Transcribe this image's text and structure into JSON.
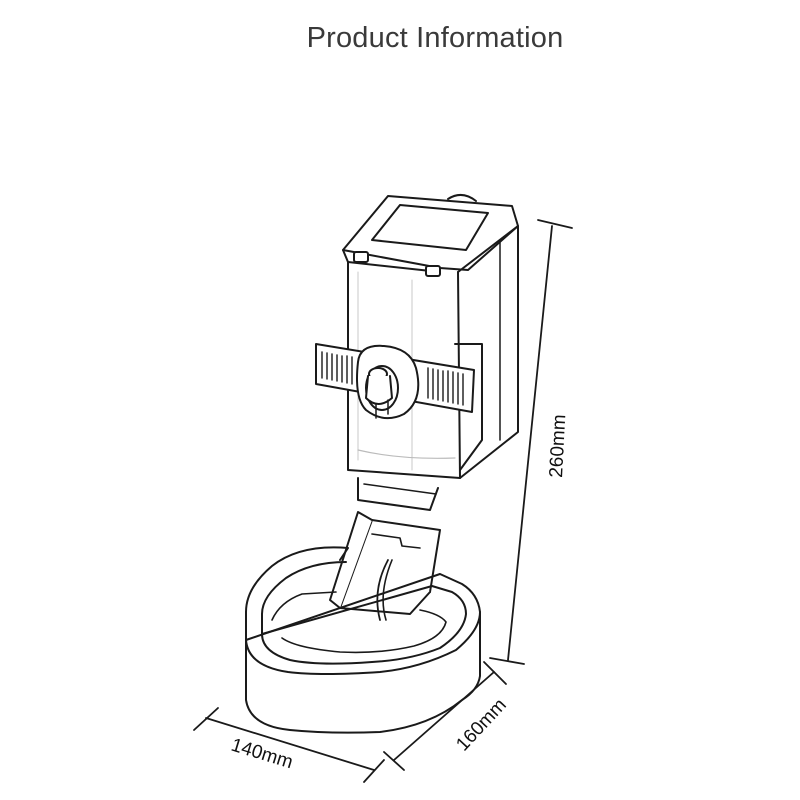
{
  "title": "Product Information",
  "dimensions": {
    "height": "260mm",
    "depth": "160mm",
    "width": "140mm"
  }
}
